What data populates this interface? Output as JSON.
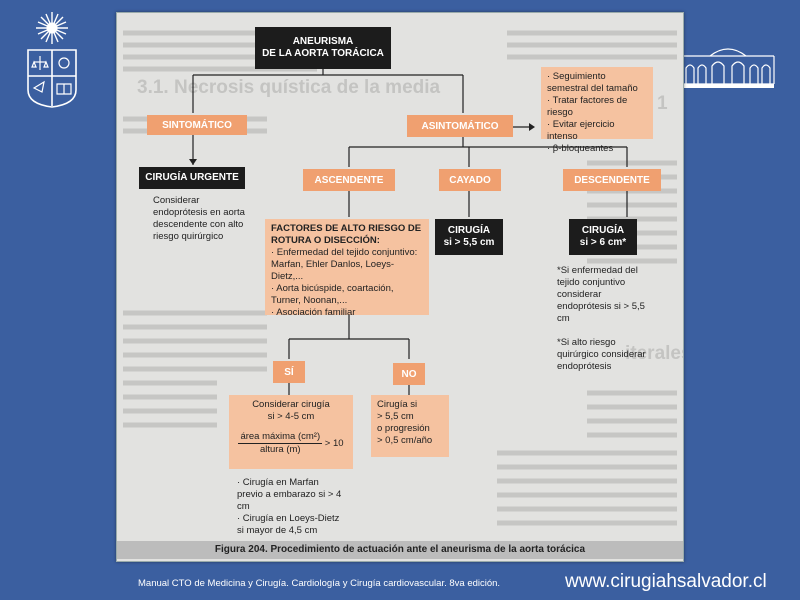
{
  "figure": {
    "caption": "Figura 204. Procedimiento de actuación ante el aneurisma de la aorta torácica",
    "root": "ANEURISMA\nDE LA AORTA TORÁCICA",
    "sintomatico": "SINTOMÁTICO",
    "asintomatico": "ASINTOMÁTICO",
    "follow_up": [
      "· Seguimiento semestral del tamaño",
      "· Tratar factores de riesgo",
      "· Evitar ejercicio intenso",
      "· β-bloqueantes"
    ],
    "cirugia_urgente": "CIRUGÍA URGENTE",
    "urgente_note": "Considerar endoprótesis en aorta descendente con alto riesgo quirúrgico",
    "ascendente": "ASCENDENTE",
    "cayado": "CAYADO",
    "descendente": "DESCENDENTE",
    "factores_title": "FACTORES DE ALTO RIESGO DE ROTURA O DISECCIÓN:",
    "factores_items": [
      "· Enfermedad del tejido conjuntivo: Marfan, Ehler Danlos, Loeys-Dietz,...",
      "· Aorta bicúspide, coartación, Turner, Noonan,...",
      "· Asociación familiar"
    ],
    "cirugia_cayado": "CIRUGÍA\nsi > 5,5 cm",
    "cirugia_desc": "CIRUGÍA\nsi > 6 cm*",
    "desc_note1": "*Si enfermedad del tejido conjuntivo considerar endoprótesis si > 5,5 cm",
    "desc_note2": "*Si alto riesgo quirúrgico considerar endoprótesis",
    "si": "SÍ",
    "no": "NO",
    "si_box_line1": "Considerar cirugía",
    "si_box_line2": "si > 4-5 cm",
    "fraction_num": "área máxima (cm²)",
    "fraction_den": "altura (m)",
    "fraction_gt": "> 10",
    "no_box": "Cirugía si\n> 5,5 cm\no progresión\n> 0,5 cm/año",
    "marfan_notes": [
      "· Cirugía en Marfan previo a embarazo si > 4 cm",
      "· Cirugía en Loeys-Dietz si mayor de 4,5 cm"
    ]
  },
  "background_text": {
    "heading": "3.1. Necrosis quística de la media",
    "heading_right": "1",
    "heading_right2": "iterales"
  },
  "footer": {
    "source": "Manual CTO de Medicina y Cirugía. Cardiología y Cirugía cardiovascular. 8va edición.",
    "website": "www.cirugiahsalvador.cl"
  }
}
